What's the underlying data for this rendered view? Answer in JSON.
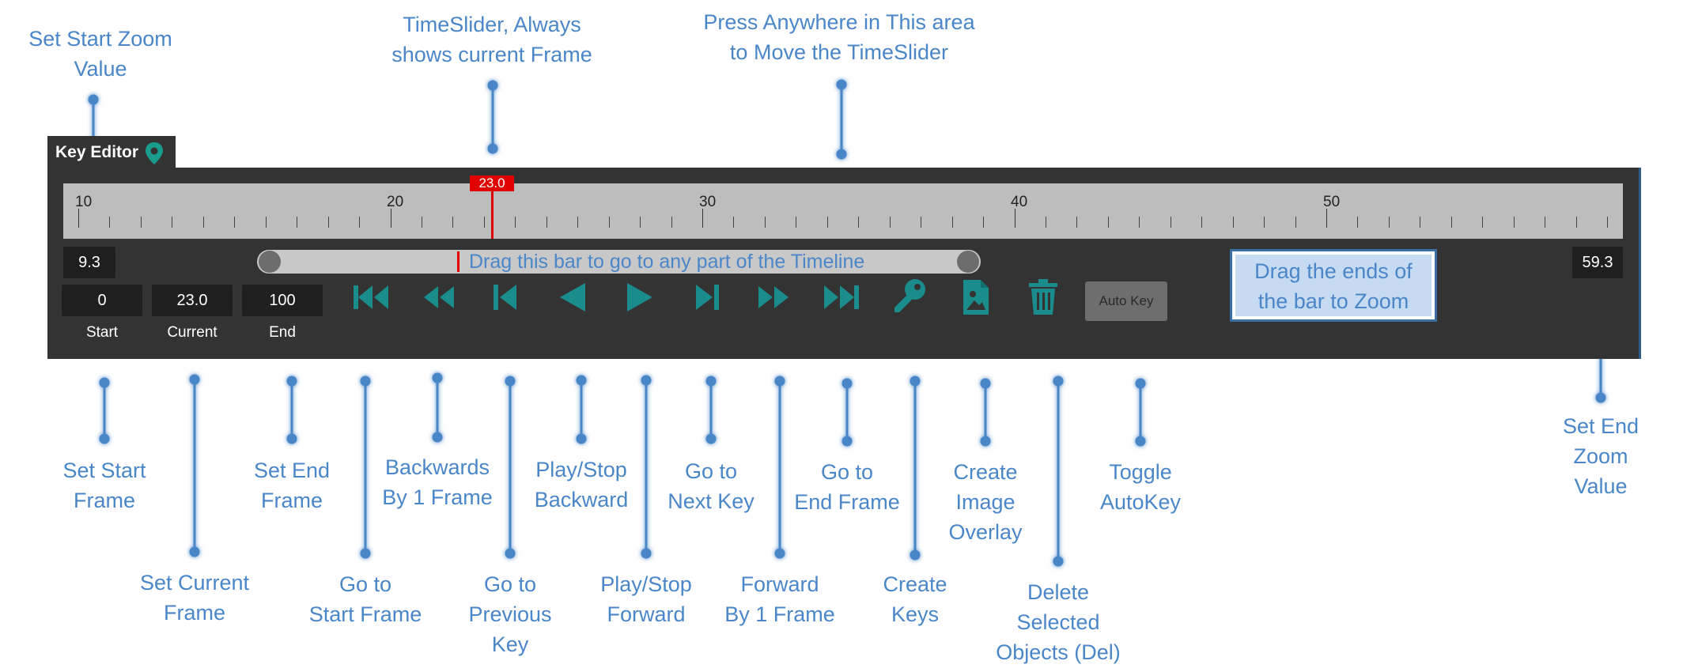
{
  "editor": {
    "tab_label": "Key Editor",
    "zoom_start": "9.3",
    "zoom_end": "59.3",
    "start_value": "0",
    "current_value": "23.0",
    "end_value": "100",
    "start_label": "Start",
    "current_label": "Current",
    "end_label": "End",
    "cursor_value": "23.0",
    "ruler_labels": [
      "10",
      "20",
      "30",
      "40",
      "50"
    ],
    "zoombar_hint": "Drag this bar to go to any part of the Timeline",
    "autokey_label": "Auto Key",
    "accent_color": "#1a8c8c",
    "cursor_color": "#e00000",
    "buttons": [
      {
        "icon": "skip-to-start-icon"
      },
      {
        "icon": "step-backward-icon"
      },
      {
        "icon": "previous-key-icon"
      },
      {
        "icon": "play-backward-icon"
      },
      {
        "icon": "play-forward-icon"
      },
      {
        "icon": "next-key-icon"
      },
      {
        "icon": "step-forward-icon"
      },
      {
        "icon": "skip-to-end-icon"
      },
      {
        "icon": "key-icon"
      },
      {
        "icon": "image-overlay-icon"
      },
      {
        "icon": "trash-icon"
      }
    ]
  },
  "annotations": {
    "set_start_zoom": "Set Start Zoom\nValue",
    "timeslider": "TimeSlider, Always\nshows current Frame",
    "press_anywhere": "Press Anywhere in This area\nto Move the TimeSlider",
    "drag_ends": "Drag the ends of\nthe bar to Zoom",
    "set_end_zoom": "Set End Zoom\nValue",
    "set_start_frame": "Set Start\nFrame",
    "set_current_frame": "Set Current\nFrame",
    "set_end_frame": "Set End\nFrame",
    "go_start_frame": "Go to\nStart Frame",
    "backwards_1": "Backwards\nBy 1 Frame",
    "go_prev_key": "Go to\nPrevious\nKey",
    "play_stop_backward": "Play/Stop\nBackward",
    "play_stop_forward": "Play/Stop\nForward",
    "go_next_key": "Go to\nNext Key",
    "forward_1": "Forward\nBy 1 Frame",
    "go_end_frame": "Go to\nEnd Frame",
    "create_keys": "Create\nKeys",
    "create_image_overlay": "Create\nImage\nOverlay",
    "delete_selected": "Delete\nSelected\nObjects (Del)",
    "toggle_autokey": "Toggle\nAutoKey"
  }
}
